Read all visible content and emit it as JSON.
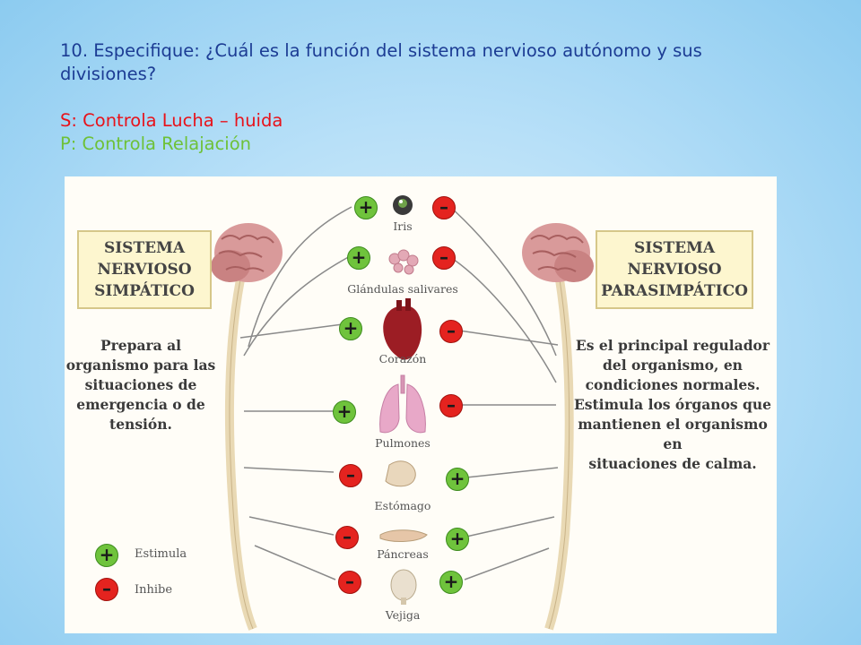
{
  "slide": {
    "question": "10. Especifique: ¿Cuál es la función del sistema nervioso autónomo y sus divisiones?",
    "answer_s": "S: Controla Lucha – huida",
    "answer_p": "P: Controla Relajación"
  },
  "figure": {
    "sympathetic_title": [
      "SISTEMA",
      "NERVIOSO",
      "SIMPÁTICO"
    ],
    "parasympathetic_title": [
      "SISTEMA",
      "NERVIOSO",
      "PARASIMPÁTICO"
    ],
    "sympathetic_desc": [
      "Prepara al",
      "organismo para las",
      "situaciones de",
      "emergencia o de",
      "tensión."
    ],
    "parasympathetic_desc": [
      "Es el principal regulador",
      "del organismo, en",
      "condiciones normales.",
      "Estimula los órganos que",
      "mantienen el organismo en",
      "situaciones de calma."
    ],
    "organs": [
      "Iris",
      "Glándulas salivares",
      "Corazón",
      "Pulmones",
      "Estómago",
      "Páncreas",
      "Vejiga"
    ],
    "legend": {
      "plus_label": "Estimula",
      "minus_label": "Inhibe"
    },
    "sign_plus": "+",
    "sign_minus": "–",
    "colors": {
      "plus": "#6fc33c",
      "minus": "#e4231f",
      "box": "#fdf6cf"
    }
  }
}
